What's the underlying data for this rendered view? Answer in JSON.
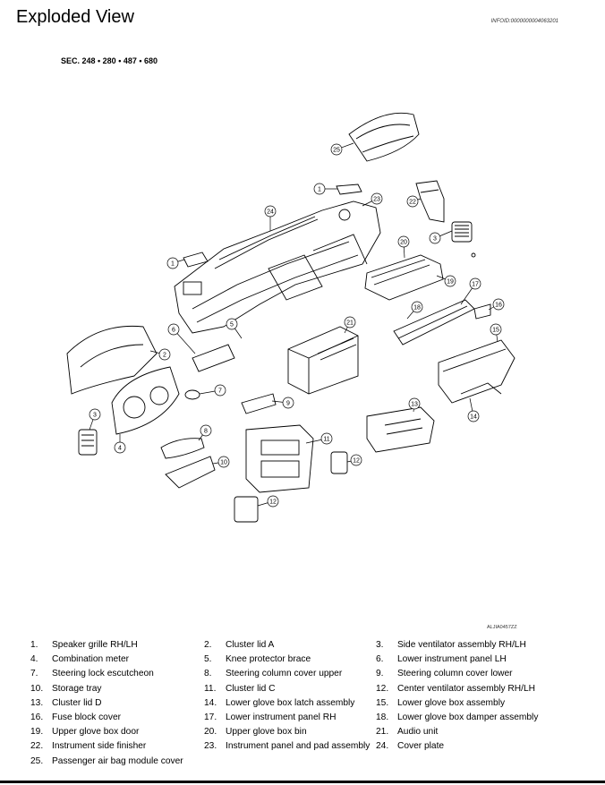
{
  "header": {
    "title": "Exploded View",
    "doc_id": "INFOID:0000000004063201",
    "section": "SEC. 248 • 280 • 487 • 680",
    "figure_id": "ALJIA0457ZZ"
  },
  "legend": [
    {
      "num": "1.",
      "label": "Speaker grille RH/LH"
    },
    {
      "num": "2.",
      "label": "Cluster lid A"
    },
    {
      "num": "3.",
      "label": "Side ventilator assembly RH/LH"
    },
    {
      "num": "4.",
      "label": "Combination meter"
    },
    {
      "num": "5.",
      "label": "Knee protector brace"
    },
    {
      "num": "6.",
      "label": "Lower instrument panel LH"
    },
    {
      "num": "7.",
      "label": "Steering lock escutcheon"
    },
    {
      "num": "8.",
      "label": "Steering column cover upper"
    },
    {
      "num": "9.",
      "label": "Steering column cover lower"
    },
    {
      "num": "10.",
      "label": "Storage tray"
    },
    {
      "num": "11.",
      "label": "Cluster lid C"
    },
    {
      "num": "12.",
      "label": "Center ventilator assembly RH/LH"
    },
    {
      "num": "13.",
      "label": "Cluster lid D"
    },
    {
      "num": "14.",
      "label": "Lower glove box latch assembly"
    },
    {
      "num": "15.",
      "label": " Lower glove box assembly"
    },
    {
      "num": "16.",
      "label": "Fuse block cover"
    },
    {
      "num": "17.",
      "label": "Lower instrument panel RH"
    },
    {
      "num": "18.",
      "label": "Lower glove box damper assembly"
    },
    {
      "num": "19.",
      "label": "Upper glove box door"
    },
    {
      "num": "20.",
      "label": "Upper glove box bin"
    },
    {
      "num": "21.",
      "label": "Audio unit"
    },
    {
      "num": "22.",
      "label": "Instrument side finisher"
    },
    {
      "num": "23.",
      "label": "Instrument panel and pad assembly"
    },
    {
      "num": "24.",
      "label": "Cover plate"
    },
    {
      "num": "25.",
      "label": "Passenger air bag module cover"
    }
  ],
  "callouts": [
    "25",
    "1",
    "23",
    "22",
    "24",
    "3",
    "1",
    "20",
    "19",
    "17",
    "16",
    "18",
    "21",
    "15",
    "6",
    "5",
    "2",
    "7",
    "9",
    "4",
    "3",
    "13",
    "8",
    "14",
    "11",
    "10",
    "12",
    "12"
  ]
}
